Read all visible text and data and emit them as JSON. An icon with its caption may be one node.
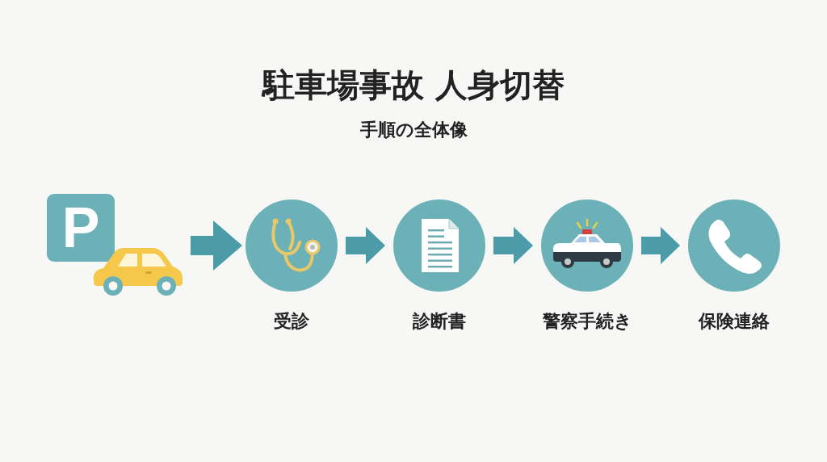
{
  "diagram": {
    "title": "駐車場事故 人身切替",
    "caption": "手順の全体像",
    "nodes": [
      {
        "text": [
          "P"
        ]
      },
      {
        "text": [
          "受診"
        ]
      },
      {
        "text": [
          "診断書"
        ]
      },
      {
        "text": [
          "警察手続き"
        ]
      },
      {
        "text": [
          "保険連絡"
        ]
      }
    ],
    "edges": [
      {
        "from": 0,
        "to": 1,
        "arrow": "to"
      },
      {
        "from": 1,
        "to": 2,
        "arrow": "to"
      },
      {
        "from": 2,
        "to": 3,
        "arrow": "to"
      },
      {
        "from": 3,
        "to": 4,
        "arrow": "to"
      }
    ]
  }
}
